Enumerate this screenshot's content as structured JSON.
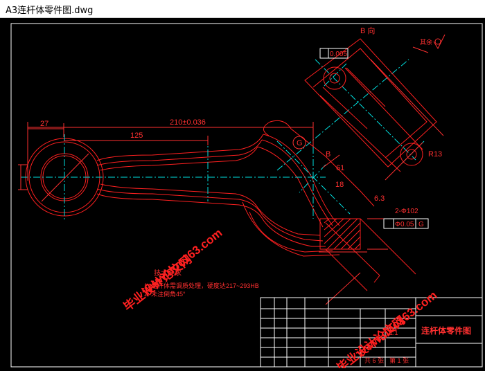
{
  "window": {
    "title": "A3连杆体零件图.dwg"
  },
  "colors": {
    "background": "#000000",
    "outline": "#ff2020",
    "dimension": "#ff3030",
    "centerline": "#00e0e0",
    "border": "#ffffff",
    "watermark": "#ff2020"
  },
  "drawing": {
    "view_label": "B 向",
    "surface_finish_note": "其余",
    "dims": {
      "d27": "27",
      "d210": "210±0.036",
      "d125": "125",
      "d6_3": "6.3",
      "dB": "B",
      "dR13": "R13",
      "d61": "61",
      "dr18": "18"
    },
    "tolerance_top": "0.005",
    "tolerance_bottom": {
      "line1": "2-Φ102",
      "value": "Φ0.05",
      "datum": "G"
    },
    "datum_g": "G",
    "tech_requirements": {
      "heading": "技术要求",
      "line1": "1. 连杆体需调质处理，硬度达217~293HB",
      "line2": "2. 未注倒角45°"
    },
    "watermark_primary": "毕业设计论文网",
    "watermark_url": "www.doc163.com",
    "title_block": {
      "part_name": "连杆体零件图",
      "total_sheets": "共 6 张",
      "sheet_no": "第 1 张",
      "scale": "1:1"
    }
  }
}
